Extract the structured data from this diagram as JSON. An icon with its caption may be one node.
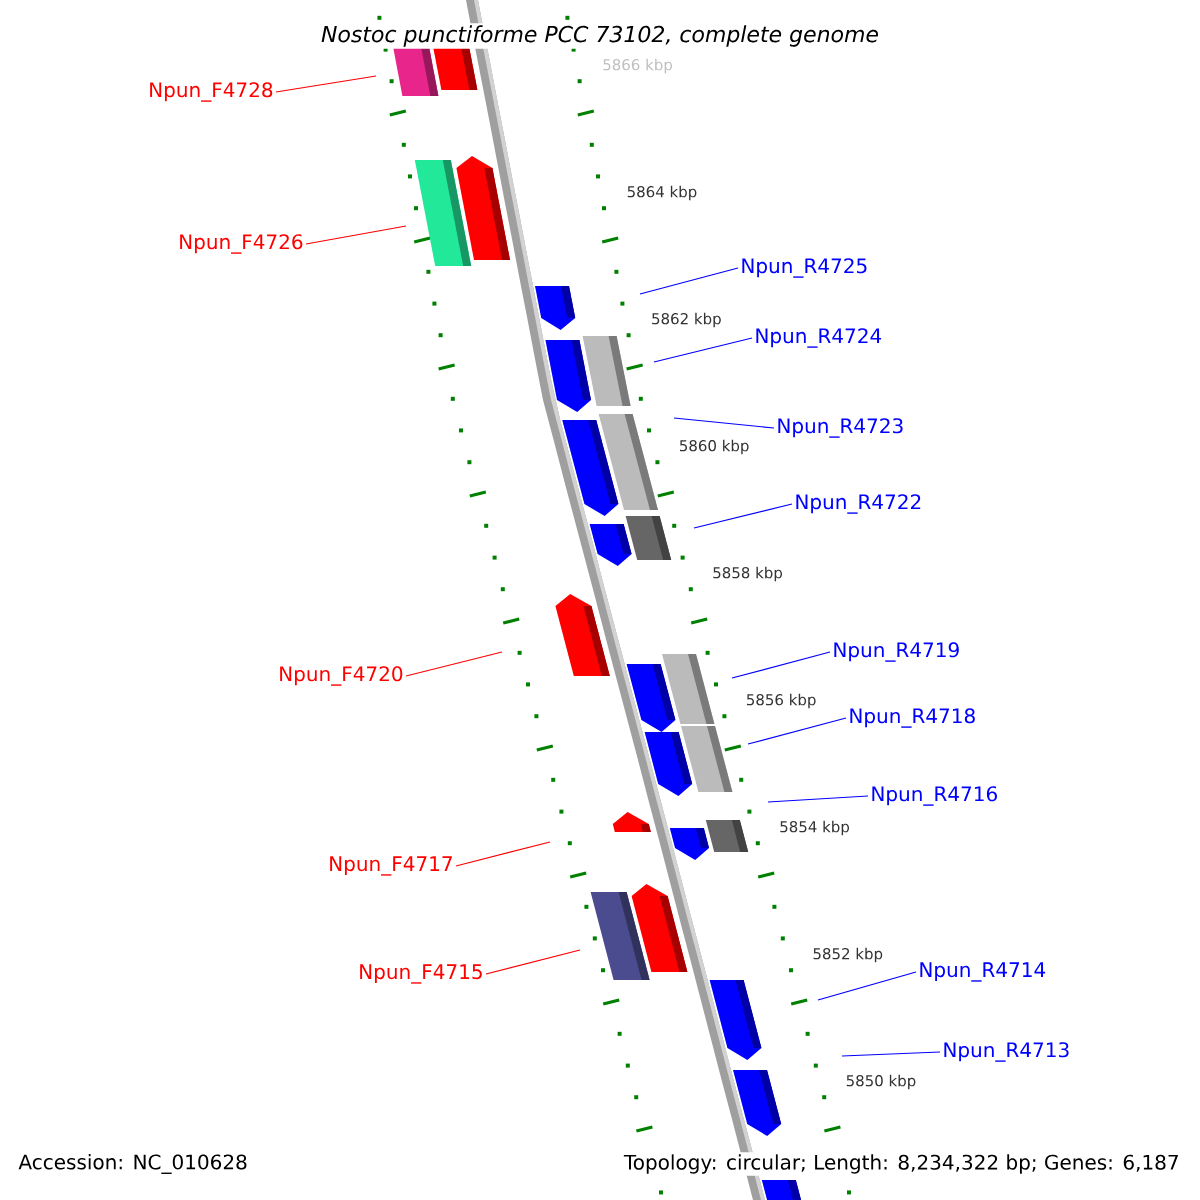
{
  "diagram": {
    "title": "Nostoc punctiforme PCC 73102, complete genome",
    "nodes": [
      {
        "text": [
          "Npun_F4728"
        ]
      },
      {
        "text": [
          "Npun_F4726"
        ]
      },
      {
        "text": [
          "Npun_R4725"
        ]
      },
      {
        "text": [
          "Npun_R4724"
        ]
      },
      {
        "text": [
          "Npun_R4723"
        ]
      },
      {
        "text": [
          "Npun_R4722"
        ]
      },
      {
        "text": [
          "Npun_R4719"
        ]
      },
      {
        "text": [
          "Npun_F4720"
        ]
      },
      {
        "text": [
          "Npun_R4718"
        ]
      },
      {
        "text": [
          "Npun_R4716"
        ]
      },
      {
        "text": [
          "Npun_F4717"
        ]
      },
      {
        "text": [
          "Npun_R4714"
        ]
      },
      {
        "text": [
          "Npun_F4715"
        ]
      },
      {
        "text": [
          "Npun_R4713"
        ]
      }
    ],
    "edges": [
      {
        "from": 0,
        "to": null,
        "arrow": "none",
        "color": "#ff0000"
      },
      {
        "from": 1,
        "to": null,
        "arrow": "none",
        "color": "#ff0000"
      },
      {
        "from": 2,
        "to": null,
        "arrow": "none"
      },
      {
        "from": 3,
        "to": null,
        "arrow": "none"
      },
      {
        "from": 4,
        "to": null,
        "arrow": "none"
      },
      {
        "from": 5,
        "to": null,
        "arrow": "none"
      },
      {
        "from": 6,
        "to": null,
        "arrow": "none"
      },
      {
        "from": 7,
        "to": null,
        "arrow": "none",
        "color": "#ff0000"
      },
      {
        "from": 8,
        "to": null,
        "arrow": "none"
      },
      {
        "from": 9,
        "to": null,
        "arrow": "none"
      },
      {
        "from": 10,
        "to": null,
        "arrow": "none",
        "color": "#ff0000"
      },
      {
        "from": 11,
        "to": null,
        "arrow": "none"
      },
      {
        "from": 12,
        "to": null,
        "arrow": "none",
        "color": "#ff0000"
      },
      {
        "from": 13,
        "to": null,
        "arrow": "none"
      }
    ],
    "labels": [
      "5866 kbp",
      "5864 kbp",
      "5862 kbp",
      "5860 kbp",
      "5858 kbp",
      "5856 kbp",
      "5854 kbp",
      "5852 kbp",
      "5850 kbp",
      "Accession: NC_010628",
      "Topology: circular; Length: 8,234,322 bp; Genes: 6,187"
    ]
  }
}
